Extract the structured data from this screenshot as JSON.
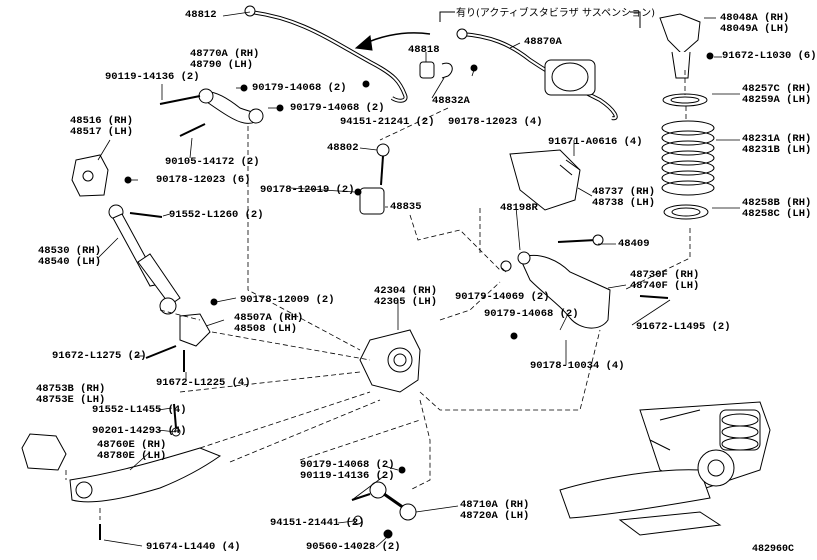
{
  "figure_id": "482960C",
  "note_option": "有り(アクティブスタビラザ サスペンション)",
  "labels": {
    "p48812": "48812",
    "p48870A": "48870A",
    "p48818": "48818",
    "p48832A": "48832A",
    "p48770A": "48770A (RH)",
    "p48790": "48790 (LH)",
    "p90119_14136_a": "90119-14136 (2)",
    "p90179_14068_a": "90179-14068 (2)",
    "p90179_14068_b": "90179-14068 (2)",
    "p94151_21241": "94151-21241 (2)",
    "p90178_12023_4": "90178-12023 (4)",
    "p90105_14172": "90105-14172 (2)",
    "p48516": "48516 (RH)",
    "p48517": "48517 (LH)",
    "p90178_12023_6": "90178-12023 (6)",
    "p48802": "48802",
    "p91671_A0616": "91671-A0616 (4)",
    "p90178_12019": "90178-12019 (2)",
    "p48835": "48835",
    "p48737": "48737 (RH)",
    "p48738": "48738 (LH)",
    "p48198R": "48198R",
    "p91552_L1260": "91552-L1260 (2)",
    "p48530": "48530 (RH)",
    "p48540": "48540 (LH)",
    "p48409": "48409",
    "p48730F": "48730F (RH)",
    "p48740F": "48740F (LH)",
    "p90179_14069": "90179-14069 (2)",
    "p42304": "42304 (RH)",
    "p42305": "42305 (LH)",
    "p90178_12009": "90178-12009 (2)",
    "p48507A": "48507A (RH)",
    "p48508": "48508 (LH)",
    "p90179_14068_c": "90179-14068 (2)",
    "p91672_L1495": "91672-L1495 (2)",
    "p91672_L1275": "91672-L1275 (2)",
    "p90178_10034": "90178-10034 (4)",
    "p91672_L1225": "91672-L1225 (4)",
    "p48753B": "48753B (RH)",
    "p48753E": "48753E (LH)",
    "p91552_L1455": "91552-L1455 (4)",
    "p90201_14293": "90201-14293 (4)",
    "p48760E": "48760E (RH)",
    "p48780E": "48780E (LH)",
    "p90179_14068_d": "90179-14068 (2)",
    "p90119_14136_b": "90119-14136 (2)",
    "p48710A": "48710A (RH)",
    "p48720A": "48720A (LH)",
    "p94151_21441": "94151-21441 (2)",
    "p90560_14028": "90560-14028 (2)",
    "p91674_L1440": "91674-L1440 (4)",
    "p48048A": "48048A (RH)",
    "p48049A": "48049A (LH)",
    "p91672_L1030": "91672-L1030 (6)",
    "p48257C": "48257C (RH)",
    "p48259A": "48259A (LH)",
    "p48231A": "48231A (RH)",
    "p48231B": "48231B (LH)",
    "p48258B": "48258B (RH)",
    "p48258C": "48258C (LH)"
  }
}
